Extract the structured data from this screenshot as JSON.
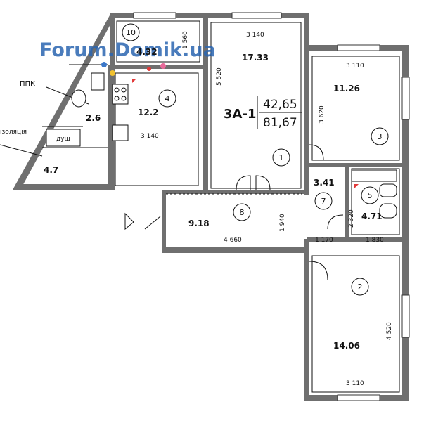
{
  "watermark": "Forum.Domik.ua",
  "apartment": {
    "code": "3A-1",
    "living_area": "42,65",
    "total_area": "81,67"
  },
  "rooms": [
    {
      "number": "10",
      "area": "4.32"
    },
    {
      "number": "",
      "area": "17.33"
    },
    {
      "number": "3",
      "area": "11.26"
    },
    {
      "number": "4",
      "area": "12.2"
    },
    {
      "number": "",
      "area": "2.6"
    },
    {
      "number": "",
      "area": "4.7"
    },
    {
      "number": "1",
      "area": ""
    },
    {
      "number": "7",
      "area": "3.41"
    },
    {
      "number": "5",
      "area": "4.71"
    },
    {
      "number": "8",
      "area": "9.18"
    },
    {
      "number": "2",
      "area": "14.06"
    }
  ],
  "dimensions": [
    "1 560",
    "3 140",
    "5 520",
    "3 110",
    "3 620",
    "3 140",
    "2 320",
    "1 940",
    "4 660",
    "1 170",
    "1 830",
    "4 520",
    "3 110"
  ],
  "labels": {
    "ppk": "ППК",
    "shower": "душ",
    "insulation": "ізоляція"
  },
  "colors": {
    "wall": "#6f6f6f",
    "line": "#111111",
    "watermark": "#2b66b1",
    "dot_red": "#e23a3a",
    "dot_blue": "#3b78c9",
    "dot_yellow": "#f2c230",
    "dot_pink": "#e86a9a"
  }
}
